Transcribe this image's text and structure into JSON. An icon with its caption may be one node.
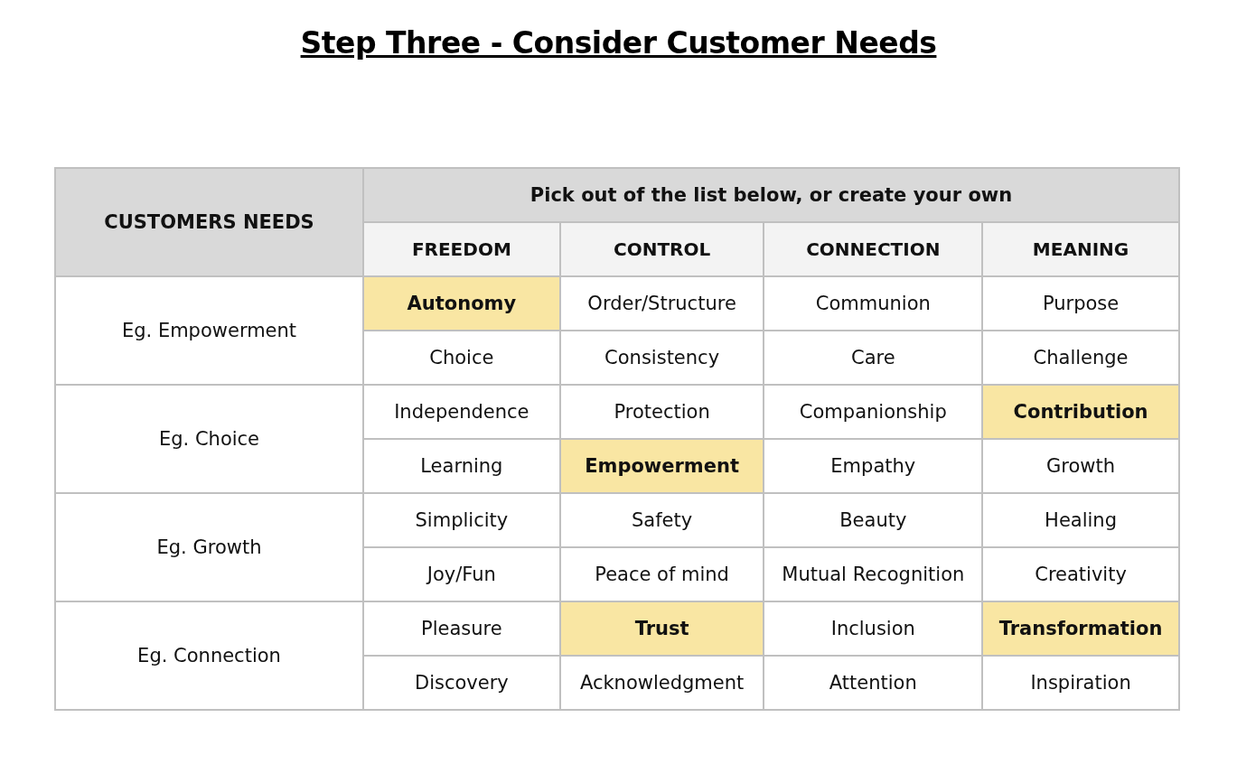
{
  "diagram": {
    "title": "Step Three - Consider Customer Needs",
    "labels": [
      "CUSTOMERS NEEDS",
      "Pick out of the list below, or create your own",
      "FREEDOM",
      "CONTROL",
      "CONNECTION",
      "MEANING",
      "Eg. Empowerment",
      "Autonomy",
      "Order/Structure",
      "Communion",
      "Purpose",
      "Choice",
      "Consistency",
      "Care",
      "Challenge",
      "Eg. Choice",
      "Independence",
      "Protection",
      "Companionship",
      "Contribution",
      "Learning",
      "Empowerment",
      "Empathy",
      "Growth",
      "Eg. Growth",
      "Simplicity",
      "Safety",
      "Beauty",
      "Healing",
      "Joy/Fun",
      "Peace of mind",
      "Mutual Recognition",
      "Creativity",
      "Eg. Connection",
      "Pleasure",
      "Trust",
      "Inclusion",
      "Transformation",
      "Discovery",
      "Acknowledgment",
      "Attention",
      "Inspiration"
    ]
  }
}
